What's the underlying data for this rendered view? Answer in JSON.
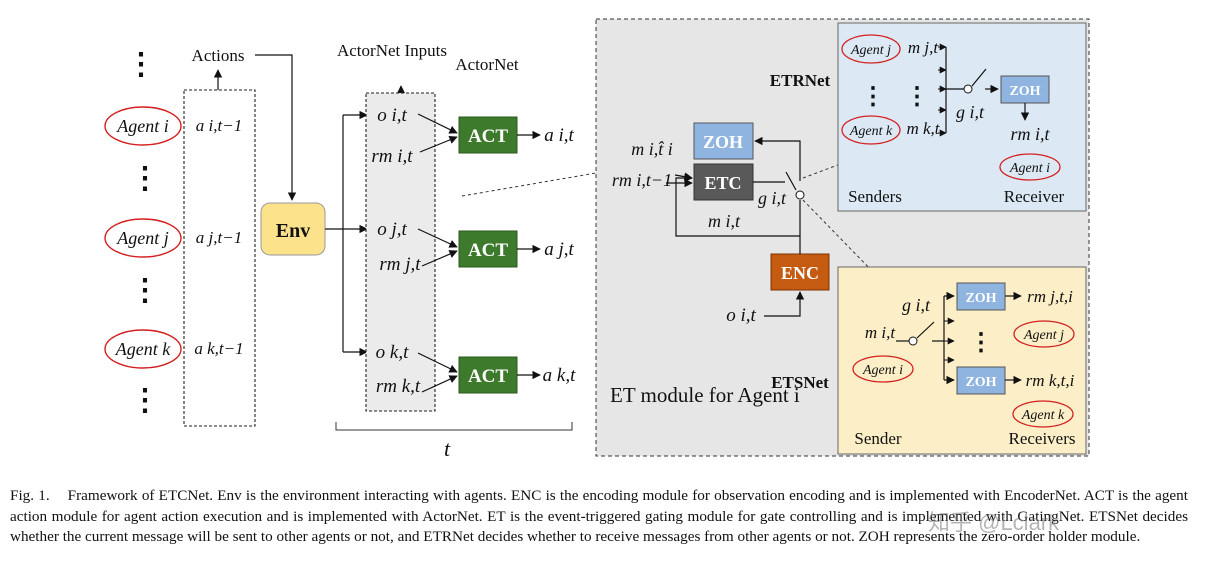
{
  "colors": {
    "act_box": "#3e7a2c",
    "env_box": "#fde28c",
    "enc_box": "#c55a11",
    "etc_box": "#595959",
    "zoh_box": "#8fb4e0",
    "agent_oval": "#d42020",
    "et_module_bg": "#e6e6e6",
    "receiver_panel_bg": "#dce9f5",
    "sender_panel_bg": "#fcefc7"
  },
  "left": {
    "actions_label": "Actions",
    "agents": [
      "Agent i",
      "Agent j",
      "Agent k"
    ],
    "actions": [
      "a i,t−1",
      "a j,t−1",
      "a k,t−1"
    ],
    "dots": "⋮"
  },
  "env": {
    "label": "Env"
  },
  "actornet": {
    "inputs_title": "ActorNet Inputs",
    "title": "ActorNet",
    "act_label": "ACT",
    "obs": [
      "o i,t",
      "o j,t",
      "o k,t"
    ],
    "rm": [
      "rm i,t",
      "rm j,t",
      "rm k,t"
    ],
    "outputs": [
      "a i,t",
      "a j,t",
      "a k,t"
    ],
    "time_label": "t"
  },
  "et_module": {
    "title": "ET module for Agent i",
    "zoh_label": "ZOH",
    "etc_label": "ETC",
    "enc_label": "ENC",
    "m_hat": "m i,t̂ i",
    "rm_prev": "rm i,t−1",
    "gate": "g i,t",
    "m_cur": "m i,t",
    "obs": "o i,t"
  },
  "etrnet": {
    "label": "ETRNet",
    "agents": [
      "Agent j",
      "Agent k"
    ],
    "msgs": [
      "m j,t",
      "m k,t"
    ],
    "gate": "g i,t",
    "zoh_label": "ZOH",
    "rm": "rm i,t",
    "receiver_agent": "Agent i",
    "senders_label": "Senders",
    "receiver_label": "Receiver"
  },
  "etsnet": {
    "label": "ETSNet",
    "gate": "g i,t",
    "msg": "m i,t",
    "sender_agent": "Agent i",
    "zoh_label": "ZOH",
    "rm_out": [
      "rm j,t,i",
      "rm k,t,i"
    ],
    "receiver_agents": [
      "Agent j",
      "Agent k"
    ],
    "sender_label": "Sender",
    "receivers_label": "Receivers"
  },
  "caption": {
    "fig": "Fig. 1.",
    "text": "Framework of ETCNet. Env is the environment interacting with agents. ENC is the encoding module for observation encoding and is implemented with EncoderNet. ACT is the agent action module for agent action execution and is implemented with ActorNet. ET is the event-triggered gating module for gate controlling and is implemented with GatingNet. ETSNet decides whether the current message will be sent to other agents or not, and ETRNet decides whether to receive messages from other agents or not. ZOH represents the zero-order holder module."
  },
  "watermark": "知乎 @Lclark"
}
